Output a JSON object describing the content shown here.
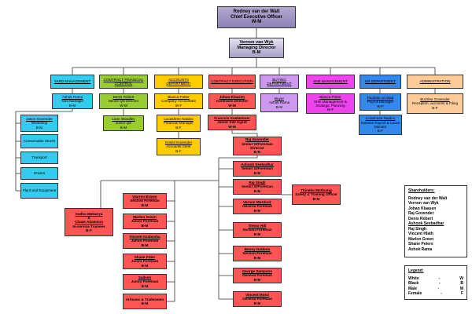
{
  "colors": {
    "purple": "#9b8fc2",
    "cyan": "#33ccee",
    "green": "#99cc33",
    "yellow": "#ffcc00",
    "red": "#ff5555",
    "lavender": "#cc99ee",
    "magenta": "#ee44ee",
    "blue": "#3388ee",
    "peach": "#ffcc99"
  },
  "top": {
    "ceo": {
      "name": "Rodney van der Walt",
      "title": "Chief Executive Officer",
      "code": "W-M"
    },
    "md": {
      "name": "Vernon van Wyk",
      "title": "Managing Director",
      "code": "B-M"
    }
  },
  "departments": [
    {
      "name": "YARD MANAGEMENT"
    },
    {
      "name": "CONTRACT FINANCIAL CONTROL"
    },
    {
      "name": "ACCOUNTS DEPARTMENT"
    },
    {
      "name": "CONTRACT EXECUTION"
    },
    {
      "name": "BUYING DEPARTMENT"
    },
    {
      "name": "SHE MANAGEMENT"
    },
    {
      "name": "HR DEPARTMENT"
    },
    {
      "name": "ADMINISTRATION"
    }
  ],
  "heads": [
    {
      "name": "Ashok Rama",
      "title": "Yard Manager",
      "code": "B-M"
    },
    {
      "name": "Denis Robert",
      "title": "Senior QS Director",
      "code": "W-M"
    },
    {
      "name": "Bianca Potter",
      "title": "Company Accountant",
      "code": "W-F"
    },
    {
      "name": "Johan Klaasen",
      "title": "Contracts Director",
      "code": "W-M"
    },
    {
      "name": "Buyer",
      "title": "Ashok Rama",
      "code": "B-M"
    },
    {
      "name": "Bianca Potter",
      "title": "SHE Management & Strategic Planning",
      "code": "W-F"
    },
    {
      "name": "Paulette vd Walt",
      "title": "Payroll Manager",
      "code": "W-F"
    },
    {
      "name": "Buzzley Govender",
      "title": "Reception, accounts & Filing",
      "code": "B-F"
    }
  ],
  "yard": {
    "supervisor": {
      "name": "Jason Govender",
      "title": "Workshop",
      "code": "B-M"
    },
    "items": [
      "Consumable Stores",
      "Transport",
      "Drivers",
      "Plant and Equipment"
    ]
  },
  "finance_sub": {
    "name": "Liam Woodley",
    "title": "Junior QS",
    "code": "B-M"
  },
  "accounts_sub": [
    {
      "name": "Lucashree Naidoo",
      "title": "Financial Manager",
      "code": "B-F"
    },
    {
      "name": "Kristol Govender",
      "title": "Accounts Clerk",
      "code": "B-F"
    }
  ],
  "site_agent": {
    "name": "Francois Koekemoer",
    "title": "Junior Site Agent",
    "code": "W-M"
  },
  "hr_sub": {
    "name": "Lorashnee Naidoo",
    "title": "Salaries Payroll & Leave Monitor",
    "code": "B-F"
  },
  "execution": [
    {
      "name": "Raj Govender",
      "title": "Senior G/Foreman Director",
      "code": "B-M"
    },
    {
      "name": "Ashook Seebadhar",
      "title": "Senior G/Foreman",
      "code": "B-M"
    },
    {
      "name": "Raj Singh",
      "title": "Senior G/Foreman",
      "code": "B-M"
    },
    {
      "name": "Vernon Murdock",
      "title": "General Foreman",
      "code": "B-M"
    },
    {
      "name": "Trevor Hill",
      "title": "Section Foreman",
      "code": "B-M"
    },
    {
      "name": "Benny Dubbon",
      "title": "Section Foreman",
      "code": "B-M"
    },
    {
      "name": "George Sampson",
      "title": "General Foreman",
      "code": "B-M"
    },
    {
      "name": "Vincent Motsi",
      "title": "General Foreman",
      "code": "B-M"
    }
  ],
  "safety": {
    "name": "Thineko Motloung",
    "title": "Safety & Training Officer",
    "code": "B-M"
  },
  "foremen": [
    {
      "name": "Warren Brown",
      "title": "Section Foreman",
      "code": "B-M"
    },
    {
      "name": "Marlon Green",
      "title": "Junior Foreman",
      "code": "B-M"
    },
    {
      "name": "Vincent Grabosha",
      "title": "Junior Foreman",
      "code": "B-M"
    },
    {
      "name": "Shane Peter",
      "title": "Junior Foreman",
      "code": "B-M"
    },
    {
      "name": "Sadesh",
      "title": "Junior Foreman",
      "code": "B-M"
    },
    {
      "name": "Artisans & Tradesmen",
      "title": "",
      "code": "B-M"
    }
  ],
  "trainees": {
    "name": "Sudha Makanya",
    "amp": "&",
    "name2": "Chase Adamson",
    "title": "In-service Trainees",
    "code": "B-F"
  },
  "shareholders": {
    "title": "Shareholders:",
    "names": [
      "Rodney van der Walt",
      "Vernon van Wyk",
      "Johan Klaasen",
      "Raj Govender",
      "Denis Robert",
      "Ashook Seebadhar",
      "Raj Singh",
      "Vincent Hlath",
      "Marlon Green",
      "Shane Peters",
      "Ashok Rama"
    ]
  },
  "legend": {
    "title": "Legend:",
    "items": [
      {
        "label": "White",
        "sep": "-",
        "code": "W"
      },
      {
        "label": "Black",
        "sep": "-",
        "code": "B"
      },
      {
        "label": "Male",
        "sep": "-",
        "code": "M"
      },
      {
        "label": "Female",
        "sep": "-",
        "code": "F"
      }
    ]
  }
}
